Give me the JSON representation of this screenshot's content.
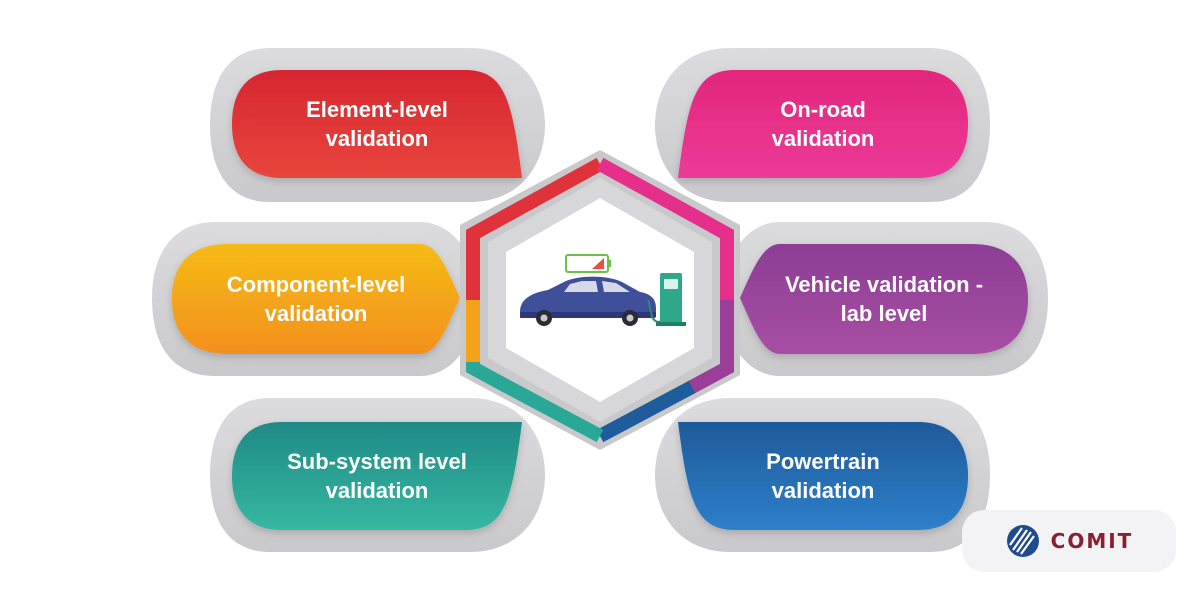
{
  "diagram": {
    "hub": {
      "icon": "electric-car-charging-icon",
      "segment_colors": [
        "#e0323b",
        "#e4308a",
        "#9b3e99",
        "#1f5c9c",
        "#2aa897",
        "#f5a21b"
      ]
    },
    "items": [
      {
        "id": "element-level",
        "lines": [
          "Element-level",
          "validation"
        ],
        "color_top": "#d72630",
        "color_bottom": "#e8453d",
        "side": "left"
      },
      {
        "id": "on-road",
        "lines": [
          "On-road",
          "validation"
        ],
        "color_top": "#e2267c",
        "color_bottom": "#ec3a98",
        "side": "right"
      },
      {
        "id": "component-level",
        "lines": [
          "Component-level",
          "validation"
        ],
        "color_top": "#f6bb15",
        "color_bottom": "#f39020",
        "side": "left"
      },
      {
        "id": "vehicle-validation-lab",
        "lines": [
          "Vehicle validation -",
          "lab level"
        ],
        "color_top": "#8c3d95",
        "color_bottom": "#a74fa3",
        "side": "right"
      },
      {
        "id": "sub-system-level",
        "lines": [
          "Sub-system level",
          "validation"
        ],
        "color_top": "#1f8a86",
        "color_bottom": "#36b8a2",
        "side": "left"
      },
      {
        "id": "powertrain",
        "lines": [
          "Powertrain",
          "validation"
        ],
        "color_top": "#1e5a9a",
        "color_bottom": "#2e7fca",
        "side": "right"
      }
    ]
  },
  "brand": {
    "logo_text": "COMIT",
    "logo_icon": "comit-globe-logo-icon",
    "logo_color": "#8a1f2f",
    "logo_icon_color": "#1d4b8f"
  }
}
